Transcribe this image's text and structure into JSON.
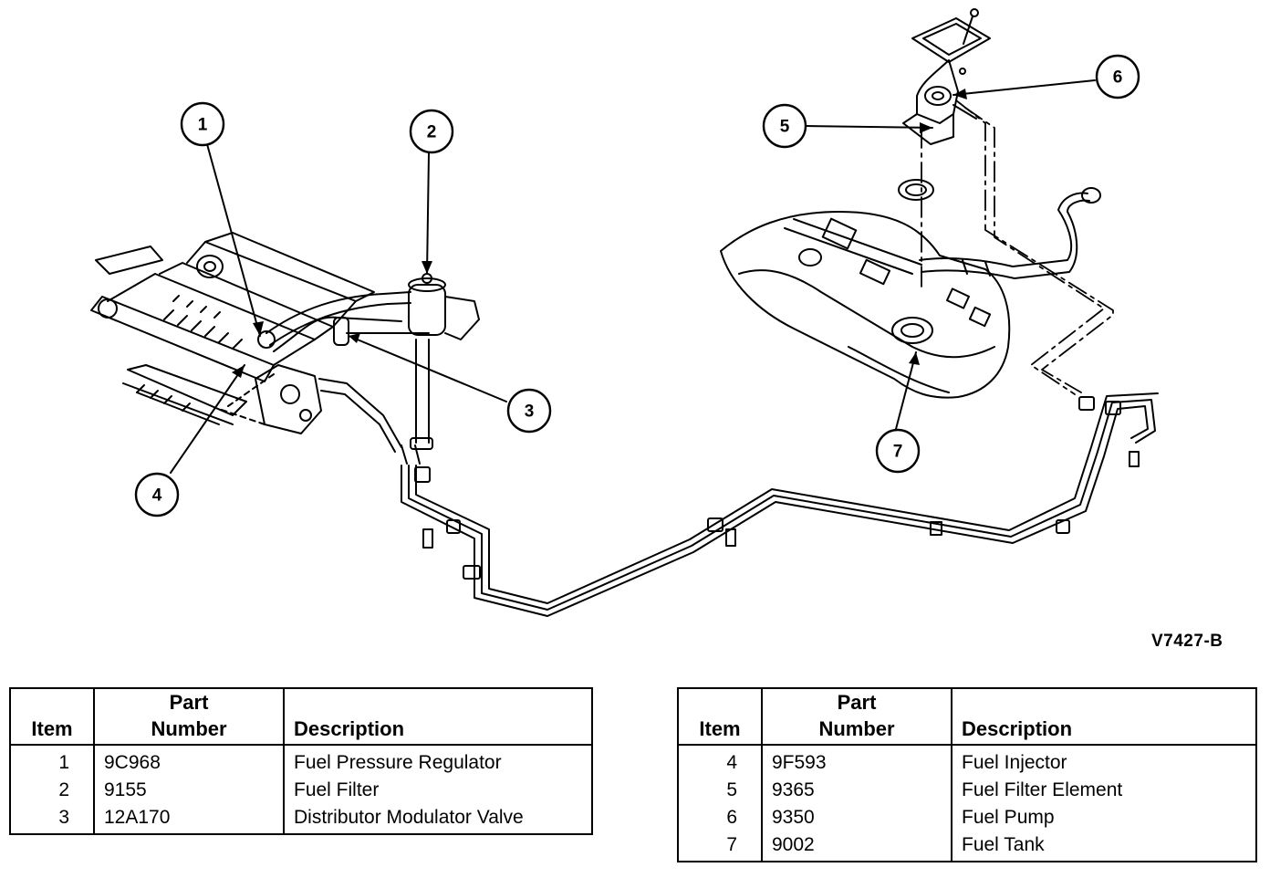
{
  "diagram": {
    "reference_code": "V7427-B",
    "callouts": [
      "1",
      "2",
      "3",
      "4",
      "5",
      "6",
      "7"
    ]
  },
  "tables": {
    "headers": {
      "item": "Item",
      "part_number_line1": "Part",
      "part_number_line2": "Number",
      "description": "Description"
    },
    "left": [
      {
        "item": "1",
        "part": "9C968",
        "desc": "Fuel Pressure Regulator"
      },
      {
        "item": "2",
        "part": "9155",
        "desc": "Fuel Filter"
      },
      {
        "item": "3",
        "part": "12A170",
        "desc": "Distributor Modulator Valve"
      }
    ],
    "right": [
      {
        "item": "4",
        "part": "9F593",
        "desc": "Fuel Injector"
      },
      {
        "item": "5",
        "part": "9365",
        "desc": "Fuel Filter Element"
      },
      {
        "item": "6",
        "part": "9350",
        "desc": "Fuel Pump"
      },
      {
        "item": "7",
        "part": "9002",
        "desc": "Fuel Tank"
      }
    ]
  }
}
